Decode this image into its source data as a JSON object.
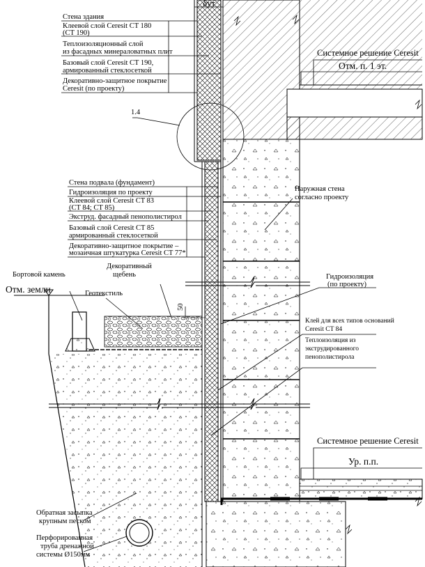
{
  "top_dimension": "δут",
  "upper_callouts": [
    "Стена здания",
    "Клеевой слой Ceresit CT 180",
    "(CT 190)",
    "Теплоизоляционный слой",
    "из фасадных минераловатных плит",
    "Базовый слой Ceresit CT 190,",
    "армированный стеклосеткой",
    "Декоративно-защитное покрытие",
    "Ceresit (по проекту)"
  ],
  "detail_ref": "1.4",
  "basement_callouts": [
    "Стена подвала (фундамент)",
    "Гидроизоляция по проекту",
    "Клеевой слой Ceresit CT 83",
    "(CT 84; CT 85)",
    "Экструд. фасадный пенополистирол",
    "Базовый слой Ceresit CT 85",
    "армированный стеклосеткой",
    "Декоративно-защитное покрытие –",
    "мозаичная штукатурка Ceresit CT 77*"
  ],
  "system_solution_top": "Системное решение Ceresit",
  "level_first_floor": "Отм. п. 1 эт.",
  "outer_wall": [
    "Наружная стена",
    "согласно проекту"
  ],
  "curb_stone": "Бортовой камень",
  "decor_gravel": [
    "Декоративный",
    "щебень"
  ],
  "ground_level": "Отм. земли",
  "geotextile": "Геотекстиль",
  "dim_50": "50",
  "waterproofing": [
    "Гидроизоляция",
    "(по проекту)"
  ],
  "glue": [
    "Клей для всех типов оснований",
    "Ceresit CT 84"
  ],
  "insulation": [
    "Теплоизоляция из",
    "экструдированного",
    "пенополистирола"
  ],
  "system_solution_bottom": "Системное решение Ceresit",
  "level_floor": "Ур. п.п.",
  "backfill": [
    "Обратная засыпка",
    "крупным песком"
  ],
  "drain_pipe": [
    "Перфорированная",
    "труба дренажной",
    "системы Ø150мм"
  ]
}
